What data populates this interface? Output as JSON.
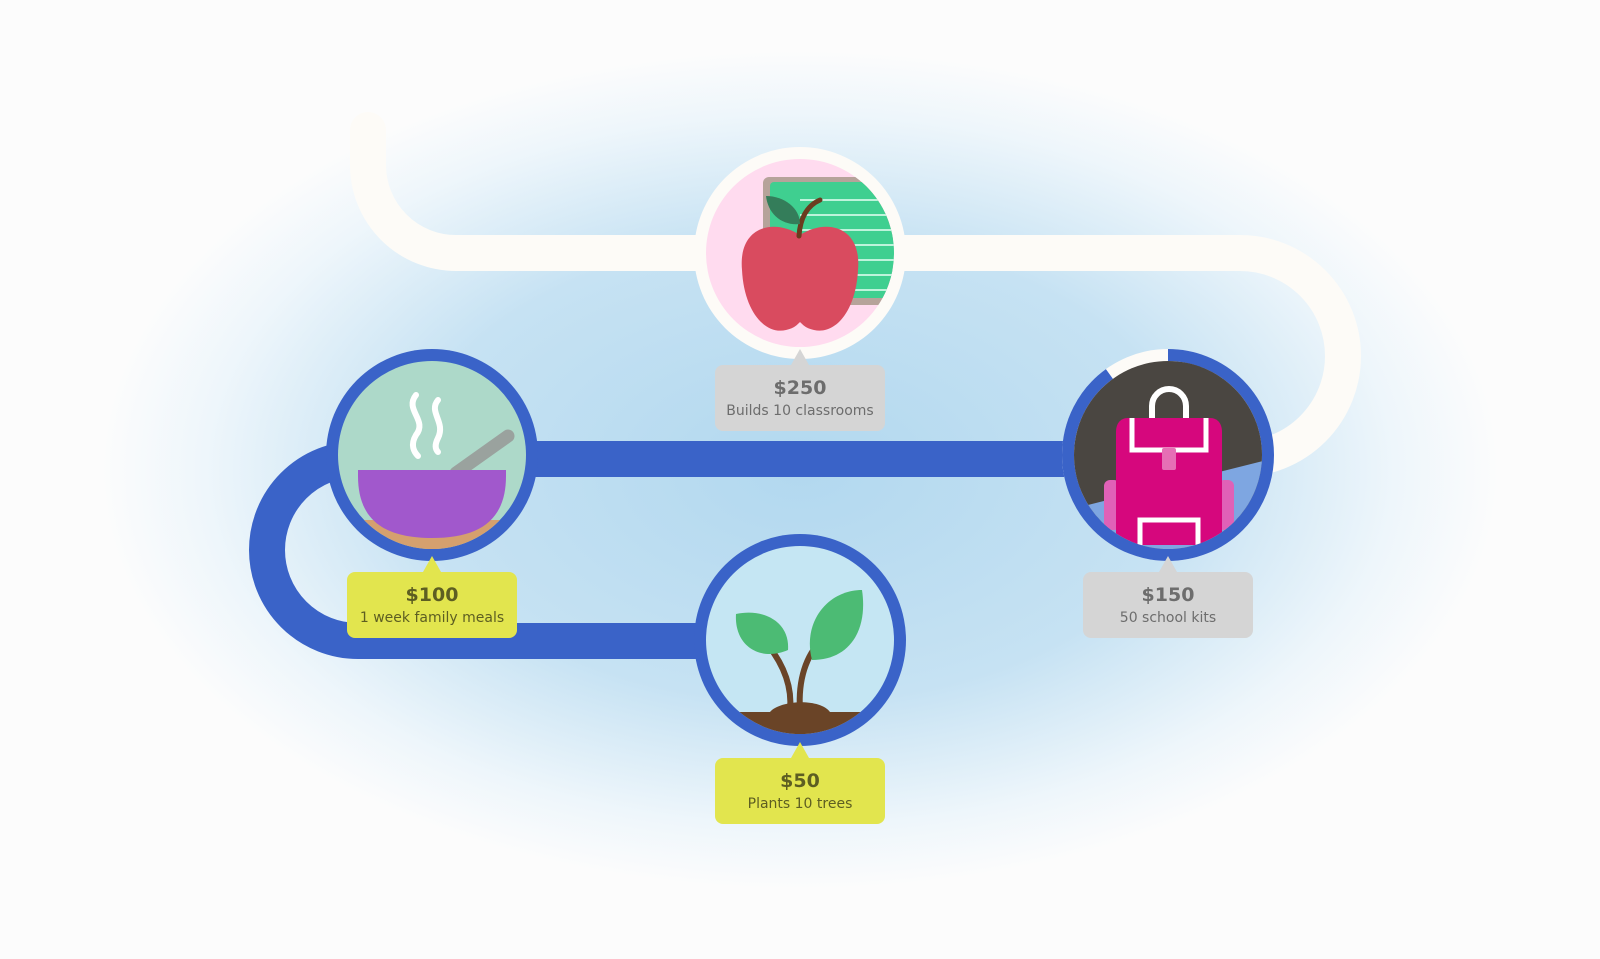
{
  "colors": {
    "background": "#fcfcfc",
    "glow": "#b2d8ef",
    "path_completed": "#3a63c8",
    "path_remaining": "#fdfbf7",
    "label_reached": "#e2e54e",
    "label_locked": "#d5d5d5"
  },
  "milestones": [
    {
      "icon": "sprout-icon",
      "amount": "$50",
      "description": "Plants 10 trees",
      "status": "reached"
    },
    {
      "icon": "soup-bowl-icon",
      "amount": "$100",
      "description": "1 week family meals",
      "status": "reached"
    },
    {
      "icon": "backpack-icon",
      "amount": "$150",
      "description": "50 school kits",
      "status": "in-progress",
      "ring_progress": 0.9
    },
    {
      "icon": "apple-book-icon",
      "amount": "$250",
      "description": "Builds 10 classrooms",
      "status": "locked"
    }
  ]
}
